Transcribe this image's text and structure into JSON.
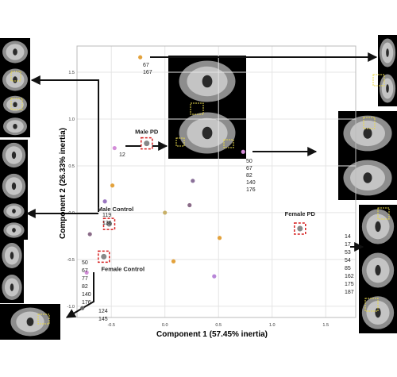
{
  "chart_data": {
    "type": "scatter",
    "title": "",
    "xlabel": "Component 1 (57.45% inertia)",
    "ylabel": "Component 2 (26.33% inertia)",
    "xlim": [
      -0.82,
      1.78
    ],
    "ylim": [
      -1.12,
      1.78
    ],
    "x_ticks": [
      -0.5,
      0.0,
      0.5,
      1.0,
      1.5
    ],
    "x_tick_labels": [
      "-0.5",
      "0.0",
      "0.5",
      "1.0",
      "1.5"
    ],
    "y_ticks": [
      -1.0,
      -0.5,
      0.0,
      0.5,
      1.0,
      1.5
    ],
    "y_tick_labels": [
      "-1.0",
      "-0.5",
      "0.0",
      "0.5",
      "1.0",
      "1.5"
    ],
    "grid": true,
    "points": [
      {
        "x": -0.23,
        "y": 1.66,
        "color": "#e3a23c"
      },
      {
        "x": -0.47,
        "y": 0.69,
        "color": "#d38ed8"
      },
      {
        "x": 0.73,
        "y": 0.65,
        "color": "#d38ed8"
      },
      {
        "x": -0.49,
        "y": 0.29,
        "color": "#e3a23c"
      },
      {
        "x": 0.26,
        "y": 0.34,
        "color": "#8a7099"
      },
      {
        "x": -0.56,
        "y": 0.12,
        "color": "#9a77c0"
      },
      {
        "x": 0.23,
        "y": 0.08,
        "color": "#8a6b88"
      },
      {
        "x": 0.0,
        "y": 0.0,
        "color": "#c8b068"
      },
      {
        "x": 0.51,
        "y": -0.27,
        "color": "#e3a23c"
      },
      {
        "x": -0.7,
        "y": -0.23,
        "color": "#8a6b88"
      },
      {
        "x": 0.08,
        "y": -0.52,
        "color": "#e3a23c"
      },
      {
        "x": -0.73,
        "y": -0.64,
        "color": "#d38ed8"
      },
      {
        "x": 0.46,
        "y": -0.68,
        "color": "#b886d8"
      },
      {
        "x": -0.77,
        "y": -1.02,
        "color": "#666666"
      }
    ],
    "groups": [
      {
        "name": "Male PD",
        "x": -0.17,
        "y": 0.74
      },
      {
        "name": "Male Control",
        "x": -0.52,
        "y": -0.12
      },
      {
        "name": "Female Control",
        "x": -0.57,
        "y": -0.47
      },
      {
        "name": "Female PD",
        "x": 1.26,
        "y": -0.17
      }
    ],
    "annotations": [
      {
        "lines": [
          "67",
          "167"
        ]
      },
      {
        "lines": [
          "12"
        ]
      },
      {
        "lines": [
          "50",
          "67",
          "82",
          "140",
          "176"
        ]
      },
      {
        "lines": [
          "119",
          "136"
        ]
      },
      {
        "lines": [
          "50",
          "67",
          "77",
          "82",
          "140",
          "176"
        ]
      },
      {
        "lines": [
          "124",
          "145"
        ]
      },
      {
        "lines": [
          "14",
          "17",
          "53",
          "54",
          "85",
          "162",
          "175",
          "187"
        ]
      }
    ]
  },
  "colors": {
    "arrow": "#111111",
    "group_box": "#d62020",
    "group_centroid": "#888888",
    "highlight_box": "#e8d84a"
  }
}
